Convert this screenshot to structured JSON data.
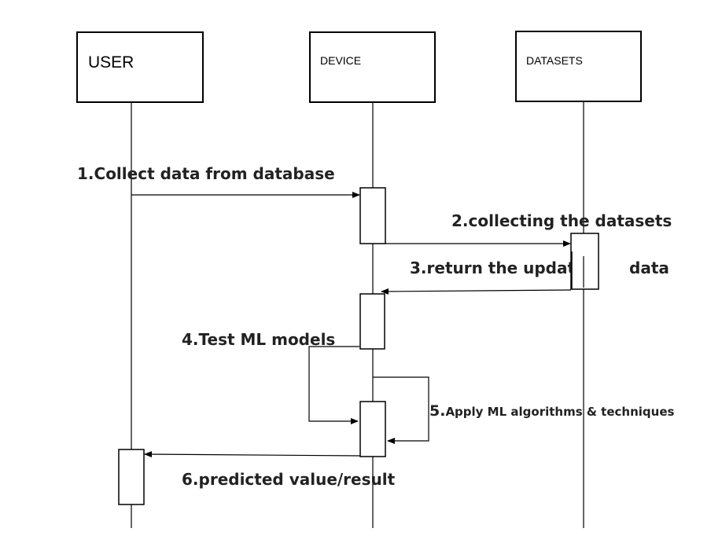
{
  "actors": {
    "user": "USER",
    "device": "DEVICE",
    "datasets": "DATASETS"
  },
  "messages": {
    "m1": "1.Collect data from database",
    "m2": "2.collecting the datasets",
    "m3a": "3.return the update",
    "m3b": "data",
    "m4": "4.Test ML models",
    "m5_num": "5.",
    "m5_text": "Apply ML algorithms & techniques",
    "m6": "6.predicted value/result"
  }
}
